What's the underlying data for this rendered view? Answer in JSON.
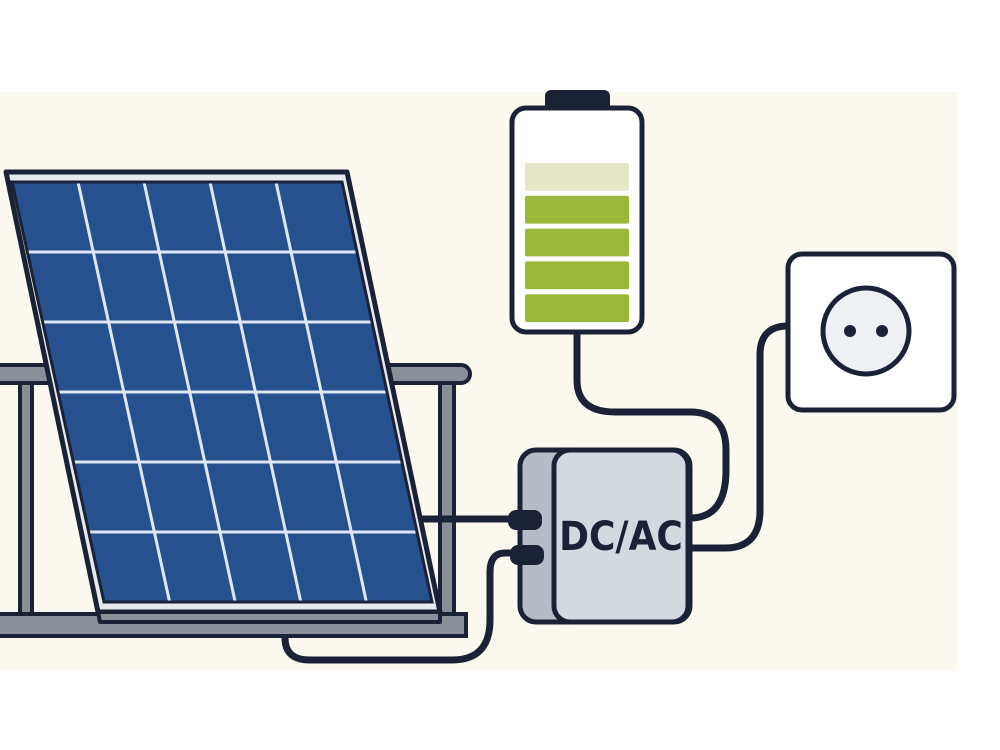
{
  "inverter": {
    "label": "DC/AC"
  },
  "battery": {
    "charge_segments_filled": 4,
    "charge_segments_total": 5
  },
  "colors": {
    "background_band": "#fbf8ef",
    "outline": "#1b2236",
    "panel_cell": "#27508f",
    "panel_grid": "#dfe7f3",
    "panel_frame": "#e6e9ee",
    "battery_fill": "#9cb83a",
    "battery_empty": "#e4e6c6",
    "inverter_body": "#d4d9e0",
    "inverter_side": "#b5bcc6",
    "railing": "#8a8f98",
    "socket_face": "#eef0f3"
  },
  "icons": {
    "panel": "solar-panel-icon",
    "battery": "battery-icon",
    "inverter": "inverter-icon",
    "socket": "power-socket-icon"
  }
}
